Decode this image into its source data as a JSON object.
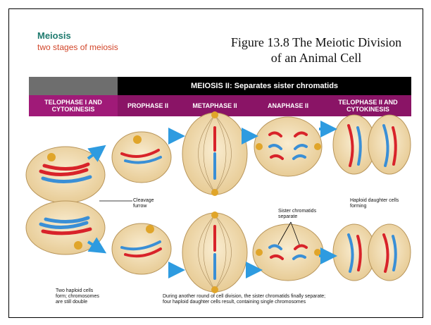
{
  "heading": {
    "title": "Meiosis",
    "subtitle": "two stages of  meiosis"
  },
  "figure_title": {
    "line1": "Figure 13.8 The Meiotic Division",
    "line2": "of an Animal Cell"
  },
  "banner": "MEIOSIS II: Separates sister chromatids",
  "phases": [
    {
      "line1": "TELOPHASE I AND",
      "line2": "CYTOKINESIS"
    },
    {
      "line1": "PROPHASE II",
      "line2": ""
    },
    {
      "line1": "METAPHASE II",
      "line2": ""
    },
    {
      "line1": "ANAPHASE II",
      "line2": ""
    },
    {
      "line1": "TELOPHASE II AND",
      "line2": "CYTOKINESIS"
    }
  ],
  "annotations": {
    "cleavage": {
      "line1": "Cleavage",
      "line2": "furrow"
    },
    "haploid_forming": {
      "line1": "Haploid daughter cells",
      "line2": "forming"
    },
    "sister_separate": {
      "line1": "Sister chromatids",
      "line2": "separate"
    },
    "two_haploid": {
      "line1": "Two haploid cells",
      "line2": "form; chromosomes",
      "line3": "are still double"
    },
    "another_round": {
      "line1": "During another round of cell division, the sister chromatids finally separate;",
      "line2": "four haploid daughter cells result, containing single chromosomes"
    }
  },
  "colors": {
    "title": "#1e7a6e",
    "subtitle": "#d2462a",
    "phase_bar": "#8a1466",
    "banner": "#000000",
    "cell": "#f3dfb6",
    "chrom_red": "#d8232a",
    "chrom_blue": "#3a8fd6",
    "arrow": "#2e9be0"
  }
}
